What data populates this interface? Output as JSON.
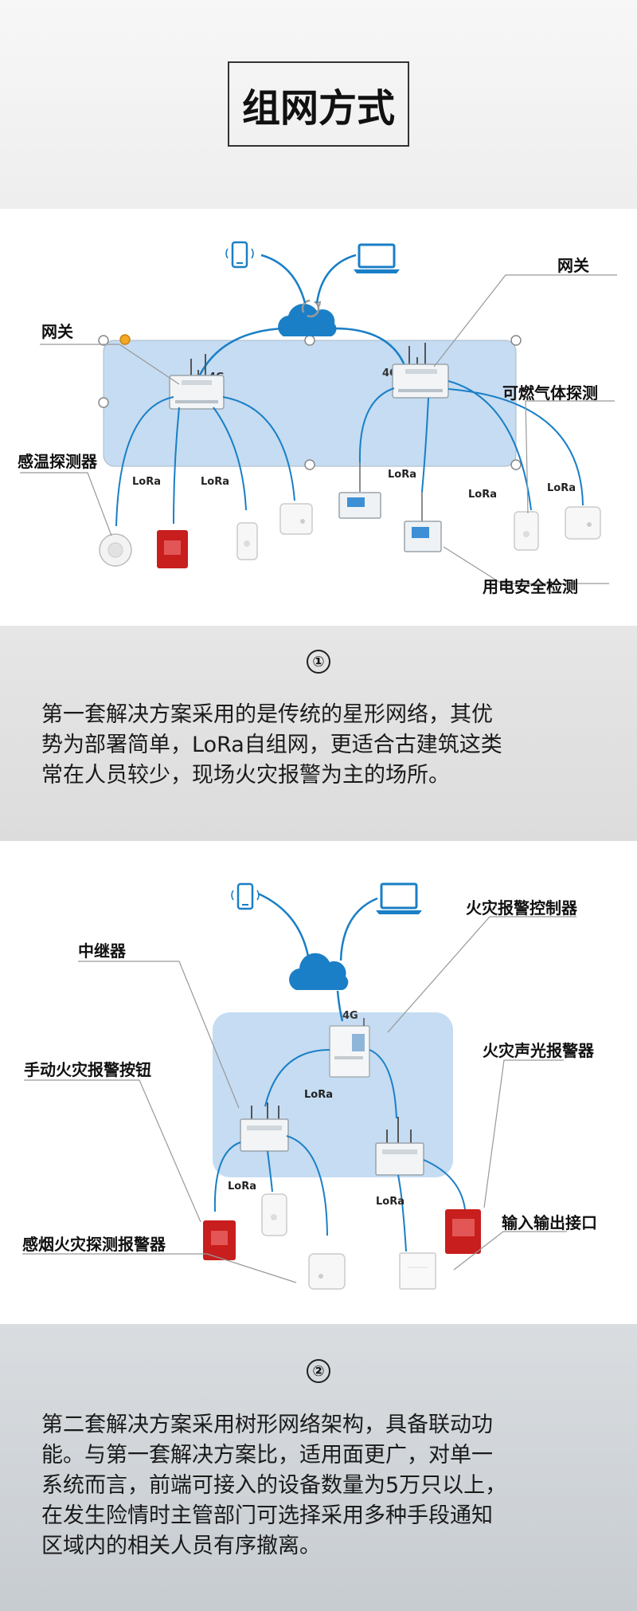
{
  "title": "组网方式",
  "diagram1": {
    "labels": {
      "gateway_left": "网关",
      "gateway_right": "网关",
      "gas": "可燃气体探测",
      "temp": "感温探测器",
      "electric": "用电安全检测"
    },
    "g4": "4G",
    "lora": "LoRa"
  },
  "section1": {
    "number": "①",
    "text_lines": [
      "第一套解决方案采用的是传统的星形网络，其优",
      "势为部署简单，LoRa自组网，更适合古建筑这类",
      "常在人员较少，现场火灾报警为主的场所。"
    ]
  },
  "diagram2": {
    "labels": {
      "controller": "火灾报警控制器",
      "relay": "中继器",
      "sounder": "火灾声光报警器",
      "manual": "手动火灾报警按钮",
      "io": "输入输出接口",
      "smoke": "感烟火灾探测报警器"
    },
    "g4": "4G",
    "lora": "LoRa"
  },
  "section2": {
    "number": "②",
    "text_lines": [
      "第二套解决方案采用树形网络架构，具备联动功",
      "能。与第一套解决方案比，适用面更广，对单一",
      "系统而言，前端可接入的设备数量为5万只以上，",
      "在发生险情时主管部门可选择采用多种手段通知",
      "区域内的相关人员有序撤离。"
    ]
  },
  "colors": {
    "accent_blue": "#1a7fc6",
    "area_blue": "#c5dcf2",
    "alarm_red": "#c81e1e"
  }
}
